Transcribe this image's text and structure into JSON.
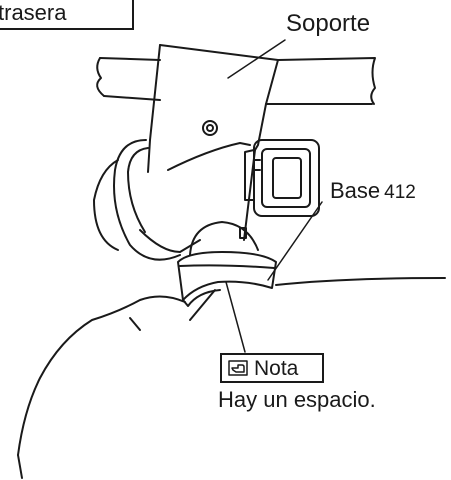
{
  "header": {
    "label": "trasera"
  },
  "callouts": {
    "bracket_label": "Soporte",
    "base_label": "Base",
    "base_number": "412"
  },
  "note": {
    "icon": "pointing-hand-note-icon",
    "title": "Nota",
    "text": "Hay un espacio."
  }
}
